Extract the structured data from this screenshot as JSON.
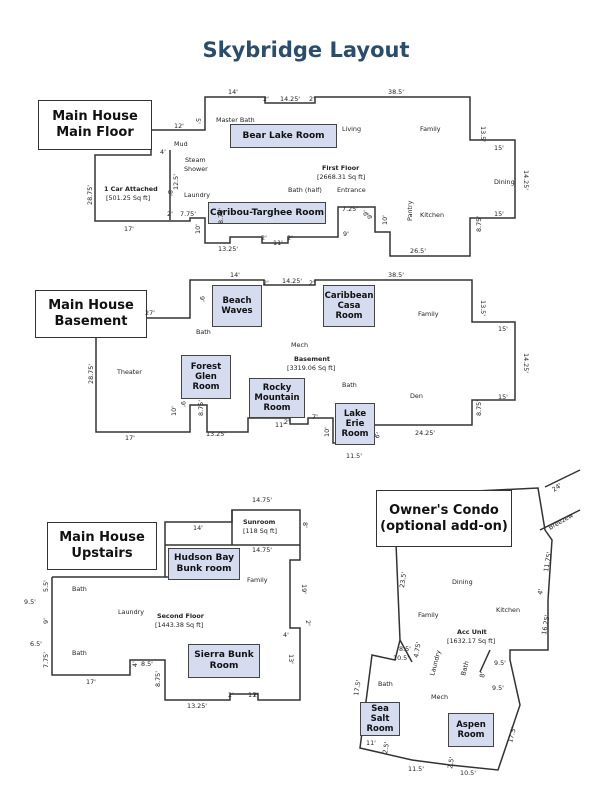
{
  "title": "Skybridge Layout",
  "main_floor": {
    "heading": [
      "Main House",
      "Main Floor"
    ],
    "floor_name": "First Floor",
    "area": "[2668.31 Sq ft]",
    "garage_name": "1 Car Attached",
    "garage_area": "[501.25 Sq ft]",
    "rooms": [
      "Bear Lake Room",
      "Caribou-Targhee Room"
    ],
    "labels": [
      "Master Bath",
      "Living",
      "Family",
      "Mud",
      "Steam",
      "Shower",
      "Laundry",
      "Bath (half)",
      "Entrance",
      "Dining",
      "Pantry",
      "Kitchen"
    ],
    "dims": [
      "14'",
      "14.25'",
      "38.5'",
      "12'",
      "4'",
      "12.5'",
      "28.75'",
      "2'",
      "7.75'",
      "10'",
      "17'",
      "13.25'",
      "11'",
      "9'",
      "7.25'",
      "10'",
      "26.5'",
      "8.75'",
      "15'",
      "13.5'",
      "15'",
      "14.25'",
      "8.75'",
      "9'",
      "2'",
      "2'",
      "5'",
      "8'",
      "2'",
      "2'",
      "9'"
    ]
  },
  "basement": {
    "heading": [
      "Main House",
      "Basement"
    ],
    "floor_name": "Basement",
    "area": "[3319.06 Sq ft]",
    "rooms": [
      [
        "Beach",
        "Waves"
      ],
      [
        "Caribbean",
        "Casa",
        "Room"
      ],
      [
        "Forest",
        "Glen",
        "Room"
      ],
      [
        "Rocky",
        "Mountain",
        "Room"
      ],
      [
        "Lake",
        "Erie",
        "Room"
      ]
    ],
    "labels": [
      "Family",
      "Bath",
      "Mech",
      "Theater",
      "Bath",
      "Den"
    ],
    "dims": [
      "14'",
      "14.25'",
      "38.5'",
      "27'",
      "13.5'",
      "15'",
      "14.25'",
      "28.75'",
      "15'",
      "8.75'",
      "17'",
      "13.25'",
      "11'",
      "7'",
      "10'",
      "11.5'",
      "24.25'",
      "9'",
      "10'",
      "8.75'",
      "9'",
      "6'",
      "2'",
      "2'",
      "2'"
    ]
  },
  "upstairs": {
    "heading": [
      "Main House",
      "Upstairs"
    ],
    "floor_name": "Second Floor",
    "area": "[1443.38 Sq ft]",
    "sunroom": "Sunroom",
    "sunroom_area": "[118 Sq ft]",
    "rooms": [
      [
        "Hudson Bay",
        "Bunk room"
      ],
      [
        "Sierra Bunk",
        "Room"
      ]
    ],
    "labels": [
      "Family",
      "Bath",
      "Laundry",
      "Bath"
    ],
    "dims": [
      "14.75'",
      "14'",
      "8'",
      "14.75'",
      "19'",
      "4'",
      "13'",
      "11'",
      "5.5'",
      "9.5'",
      "9'",
      "6.5'",
      "7.75'",
      "17'",
      "8.5'",
      "4'",
      "8.75'",
      "13.25'",
      "2'",
      "2'",
      "2'"
    ]
  },
  "condo": {
    "heading": [
      "Owner's Condo",
      "(optional add-on)"
    ],
    "floor_name": "Acc Unit",
    "area": "[1632.17 Sq ft]",
    "partial_label": "Breezew",
    "rooms": [
      [
        "Sea Salt",
        "Room"
      ],
      [
        "Aspen",
        "Room"
      ]
    ],
    "labels": [
      "Dining",
      "Family",
      "Kitchen",
      "Laundry",
      "Bath",
      "Bath",
      "Mech"
    ],
    "dims": [
      "24'",
      "23.5'",
      "11.75'",
      "4'",
      "16.25'",
      "8.5'",
      "10.5'",
      "4.75'",
      "9.5'",
      "8'",
      "9.5'",
      "17.5'",
      "11'",
      "2.5'",
      "11.5'",
      "2.5'",
      "10.5'",
      "17.5'"
    ]
  }
}
